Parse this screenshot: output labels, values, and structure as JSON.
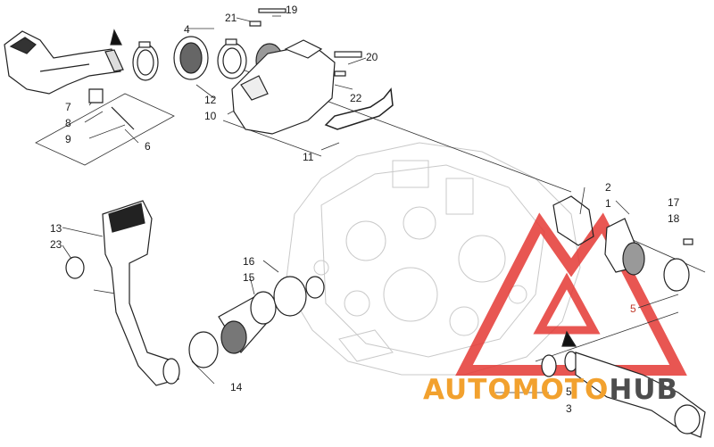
{
  "diagram": {
    "callouts": [
      {
        "id": "c19",
        "text": "19"
      },
      {
        "id": "c21",
        "text": "21"
      },
      {
        "id": "c4",
        "text": "4"
      },
      {
        "id": "c20",
        "text": "20"
      },
      {
        "id": "c22",
        "text": "22"
      },
      {
        "id": "c12",
        "text": "12"
      },
      {
        "id": "c10",
        "text": "10"
      },
      {
        "id": "c7",
        "text": "7"
      },
      {
        "id": "c8",
        "text": "8"
      },
      {
        "id": "c9",
        "text": "9"
      },
      {
        "id": "c6",
        "text": "6"
      },
      {
        "id": "c11",
        "text": "11"
      },
      {
        "id": "c2",
        "text": "2"
      },
      {
        "id": "c1",
        "text": "1"
      },
      {
        "id": "c17",
        "text": "17"
      },
      {
        "id": "c18",
        "text": "18"
      },
      {
        "id": "c13",
        "text": "13"
      },
      {
        "id": "c23",
        "text": "23"
      },
      {
        "id": "c16",
        "text": "16"
      },
      {
        "id": "c15",
        "text": "15"
      },
      {
        "id": "c5a",
        "text": "5"
      },
      {
        "id": "c14",
        "text": "14"
      },
      {
        "id": "c5b",
        "text": "5"
      },
      {
        "id": "c3",
        "text": "3"
      }
    ],
    "watermark": {
      "part1": "AUTOMOTO",
      "part2": "HUB",
      "color_primary": "#f2a12e",
      "color_secondary": "#4d4d4d",
      "logo_color": "#e53935"
    }
  }
}
